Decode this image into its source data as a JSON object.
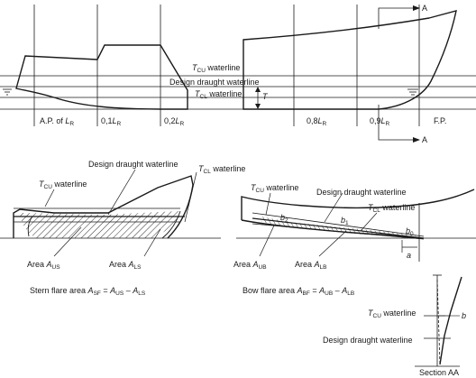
{
  "profile": {
    "tcu_waterline": {
      "t": "T",
      "sub": "CU",
      "rest": " waterline"
    },
    "design_waterline": "Design draught waterline",
    "tcl_waterline": {
      "t": "T",
      "sub": "CL",
      "rest": " waterline"
    },
    "draught_symbol": "T",
    "section_marker": "A",
    "stations": [
      {
        "pre": "A.P. of ",
        "base": "L",
        "sub": "R"
      },
      {
        "pre": "0,1",
        "base": "L",
        "sub": "R"
      },
      {
        "pre": "0,2",
        "base": "L",
        "sub": "R"
      },
      {
        "pre": "0,8",
        "base": "L",
        "sub": "R"
      },
      {
        "pre": "0,9",
        "base": "L",
        "sub": "R"
      },
      {
        "pre": "F.P.",
        "base": "",
        "sub": ""
      }
    ]
  },
  "stern_detail": {
    "tcu_waterline": {
      "t": "T",
      "sub": "CU",
      "rest": " waterline"
    },
    "design_waterline": "Design draught waterline",
    "tcl_waterline": {
      "t": "T",
      "sub": "CL",
      "rest": " waterline"
    },
    "area_us": {
      "pre": "Area ",
      "base": "A",
      "sub": "US"
    },
    "area_ls": {
      "pre": "Area ",
      "base": "A",
      "sub": "LS"
    },
    "formula": {
      "text1": "Stern flare area ",
      "a1": "A",
      "s1": "SF",
      "eq": " = ",
      "a2": "A",
      "s2": "US",
      "minus": " – ",
      "a3": "A",
      "s3": "LS"
    }
  },
  "bow_detail": {
    "tcu_waterline": {
      "t": "T",
      "sub": "CU",
      "rest": " waterline"
    },
    "design_waterline": "Design draught waterline",
    "tcl_waterline": {
      "t": "T",
      "sub": "CL",
      "rest": " waterline"
    },
    "b2": {
      "base": "b",
      "sub": "2"
    },
    "b1": {
      "base": "b",
      "sub": "1"
    },
    "b0": {
      "base": "b",
      "sub": "0"
    },
    "a": "a",
    "area_ub": {
      "pre": "Area ",
      "base": "A",
      "sub": "UB"
    },
    "area_lb": {
      "pre": "Area ",
      "base": "A",
      "sub": "LB"
    },
    "formula": {
      "text1": "Bow flare area ",
      "a1": "A",
      "s1": "BF",
      "eq": " = ",
      "a2": "A",
      "s2": "UB",
      "minus": " – ",
      "a3": "A",
      "s3": "LB"
    }
  },
  "section_aa": {
    "tcu_waterline": {
      "t": "T",
      "sub": "CU",
      "rest": " waterline"
    },
    "design_waterline": "Design draught waterline",
    "b": "b",
    "title": "Section AA"
  }
}
